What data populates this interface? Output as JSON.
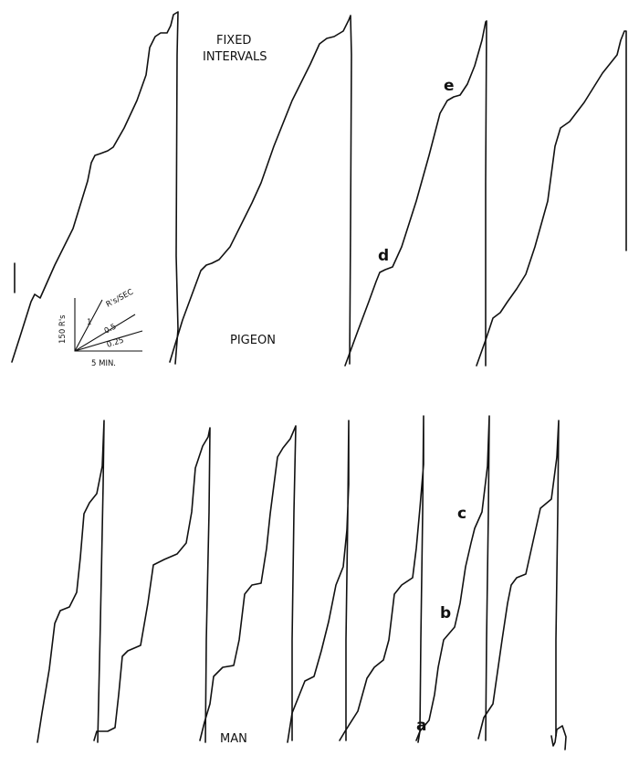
{
  "chart_data": [
    {
      "type": "line",
      "title": "FIXED INTERVALS",
      "subject": "PIGEON",
      "annotations": [
        "d",
        "e"
      ],
      "key": {
        "ylabel": "150 R's",
        "xlabel": "5 MIN.",
        "rate_header": "R's/SEC",
        "rates": [
          "1",
          "0.5",
          "0.25"
        ]
      }
    },
    {
      "type": "line",
      "subject": "MAN",
      "annotations": [
        "a",
        "b",
        "c"
      ]
    }
  ]
}
